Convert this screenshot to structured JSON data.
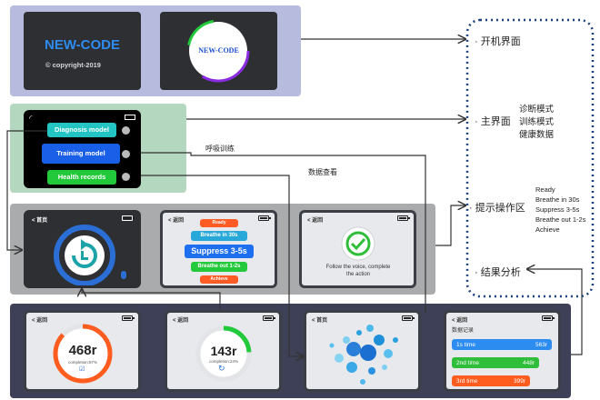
{
  "boot": {
    "logo_text": "NEW-CODE",
    "copyright": "copyright-2019",
    "ring_logo_text": "NEW-CODE"
  },
  "main_menu": {
    "items": [
      "Diagnosis model",
      "Training model",
      "Health records"
    ],
    "colors": [
      "#22c4c4",
      "#1a5fe8",
      "#22c93a"
    ]
  },
  "practice": {
    "home_back": "首页",
    "back_label": "返回",
    "steps": [
      "Ready",
      "Breathe in 30s",
      "Suppress 3-5s",
      "Breathe out 1-2s",
      "Achieve"
    ],
    "step_colors": [
      "#ff5b24",
      "#28a8d8",
      "#1e6ff0",
      "#22c93a",
      "#ff5b24"
    ],
    "voice_text": "Follow the voice, complete the action"
  },
  "results": {
    "score1": "468r",
    "score1_sub": "completion:87%",
    "score1_pct": 0.87,
    "score2": "143r",
    "score2_sub": "completion:24%",
    "score2_pct": 0.24,
    "records_title": "数据记录",
    "records": [
      {
        "label": "1s time",
        "value": "563r",
        "color": "#2c8cf0"
      },
      {
        "label": "2nd time",
        "value": "448r",
        "color": "#2fbe3a"
      },
      {
        "label": "3rd time",
        "value": "399r",
        "color": "#ff5d1f"
      }
    ]
  },
  "flow": {
    "breathing_training": "呼吸训练",
    "data_view": "数据查看"
  },
  "legend": {
    "boot_interface": "· 开机界面",
    "main_interface": "· 主界面",
    "main_modes": [
      "诊断模式",
      "训练模式",
      "健康数据"
    ],
    "prompt_area": "· 提示操作区",
    "prompt_steps": [
      "Ready",
      "Breathe in 30s",
      "Suppress 3-5s",
      "Breathe out 1-2s",
      "Achieve"
    ],
    "result_analysis": "· 结果分析"
  }
}
